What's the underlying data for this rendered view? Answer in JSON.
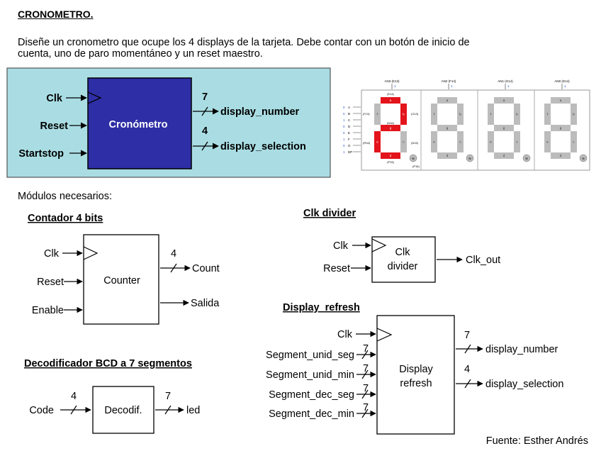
{
  "title": "CRONOMETRO.",
  "description": "Diseñe un cronometro que ocupe los 4 displays de la tarjeta. Debe contar con un botón de inicio de cuenta, uno de paro momentáneo y un reset maestro.",
  "description_line1": "Diseñe un cronometro que ocupe los 4 displays de la tarjeta. Debe contar con un botón de inicio de",
  "description_line2": "cuenta, uno de paro momentáneo y un reset maestro.",
  "main_block": {
    "name": "Cronómetro",
    "inputs": [
      "Clk",
      "Reset",
      "Startstop"
    ],
    "outputs": [
      {
        "label": "display_number",
        "width": "7"
      },
      {
        "label": "display_selection",
        "width": "4"
      }
    ],
    "colors": {
      "panel": "#a9dde3",
      "block": "#2e2ea6"
    }
  },
  "board": {
    "anodes": [
      "AN3 (E13)",
      "AN2 (F14)",
      "AN1 (G14)",
      "AN0 (D14)"
    ],
    "anode_nums": [
      "1",
      "1",
      "1",
      "1"
    ],
    "seg_rows": [
      {
        "num": "0",
        "seg": "A"
      },
      {
        "num": "0",
        "seg": "B"
      },
      {
        "num": "1",
        "seg": "C"
      },
      {
        "num": "0",
        "seg": "D"
      },
      {
        "num": "0",
        "seg": "E"
      },
      {
        "num": "1",
        "seg": "F"
      },
      {
        "num": "0",
        "seg": "G"
      },
      {
        "num": "1",
        "seg": "DP"
      }
    ],
    "pins": {
      "a": "(E14)",
      "b": "(G13)",
      "f": "(F13)",
      "g": "(N16)",
      "e": "(R16)",
      "c": "(N15)",
      "d": "(P15)",
      "dp": "(P16)"
    },
    "seg_letters": {
      "a": "a",
      "b": "b",
      "c": "c",
      "d": "d",
      "e": "e",
      "f": "f",
      "g": "g",
      "dp": "dp"
    },
    "colors": {
      "on": "#e3141b",
      "off": "#bcbcbc"
    }
  },
  "modules_label": "Módulos necesarios:",
  "counter": {
    "heading": "Contador 4 bits",
    "name": "Counter",
    "inputs": [
      "Clk",
      "Reset",
      "Enable"
    ],
    "out_width": "4",
    "outputs": [
      "Count",
      "Salida"
    ]
  },
  "clkdiv": {
    "heading": "Clk divider",
    "name_line1": "Clk",
    "name_line2": "divider",
    "inputs": [
      "Clk",
      "Reset"
    ],
    "output": "Clk_out"
  },
  "refresh": {
    "heading": "Display_refresh",
    "name_line1": "Display",
    "name_line2": "refresh",
    "clk": "Clk",
    "inputs": [
      "Segment_unid_seg",
      "Segment_unid_min",
      "Segment_dec_seg",
      "Segment_dec_min"
    ],
    "in_width": "7",
    "outputs": [
      {
        "label": "display_number",
        "width": "7"
      },
      {
        "label": "display_selection",
        "width": "4"
      }
    ]
  },
  "decoder": {
    "heading": "Decodificador BCD a 7 segmentos",
    "name": "Decodif.",
    "input": "Code",
    "in_width": "4",
    "output": "led",
    "out_width": "7"
  },
  "source": "Fuente: Esther Andrés"
}
